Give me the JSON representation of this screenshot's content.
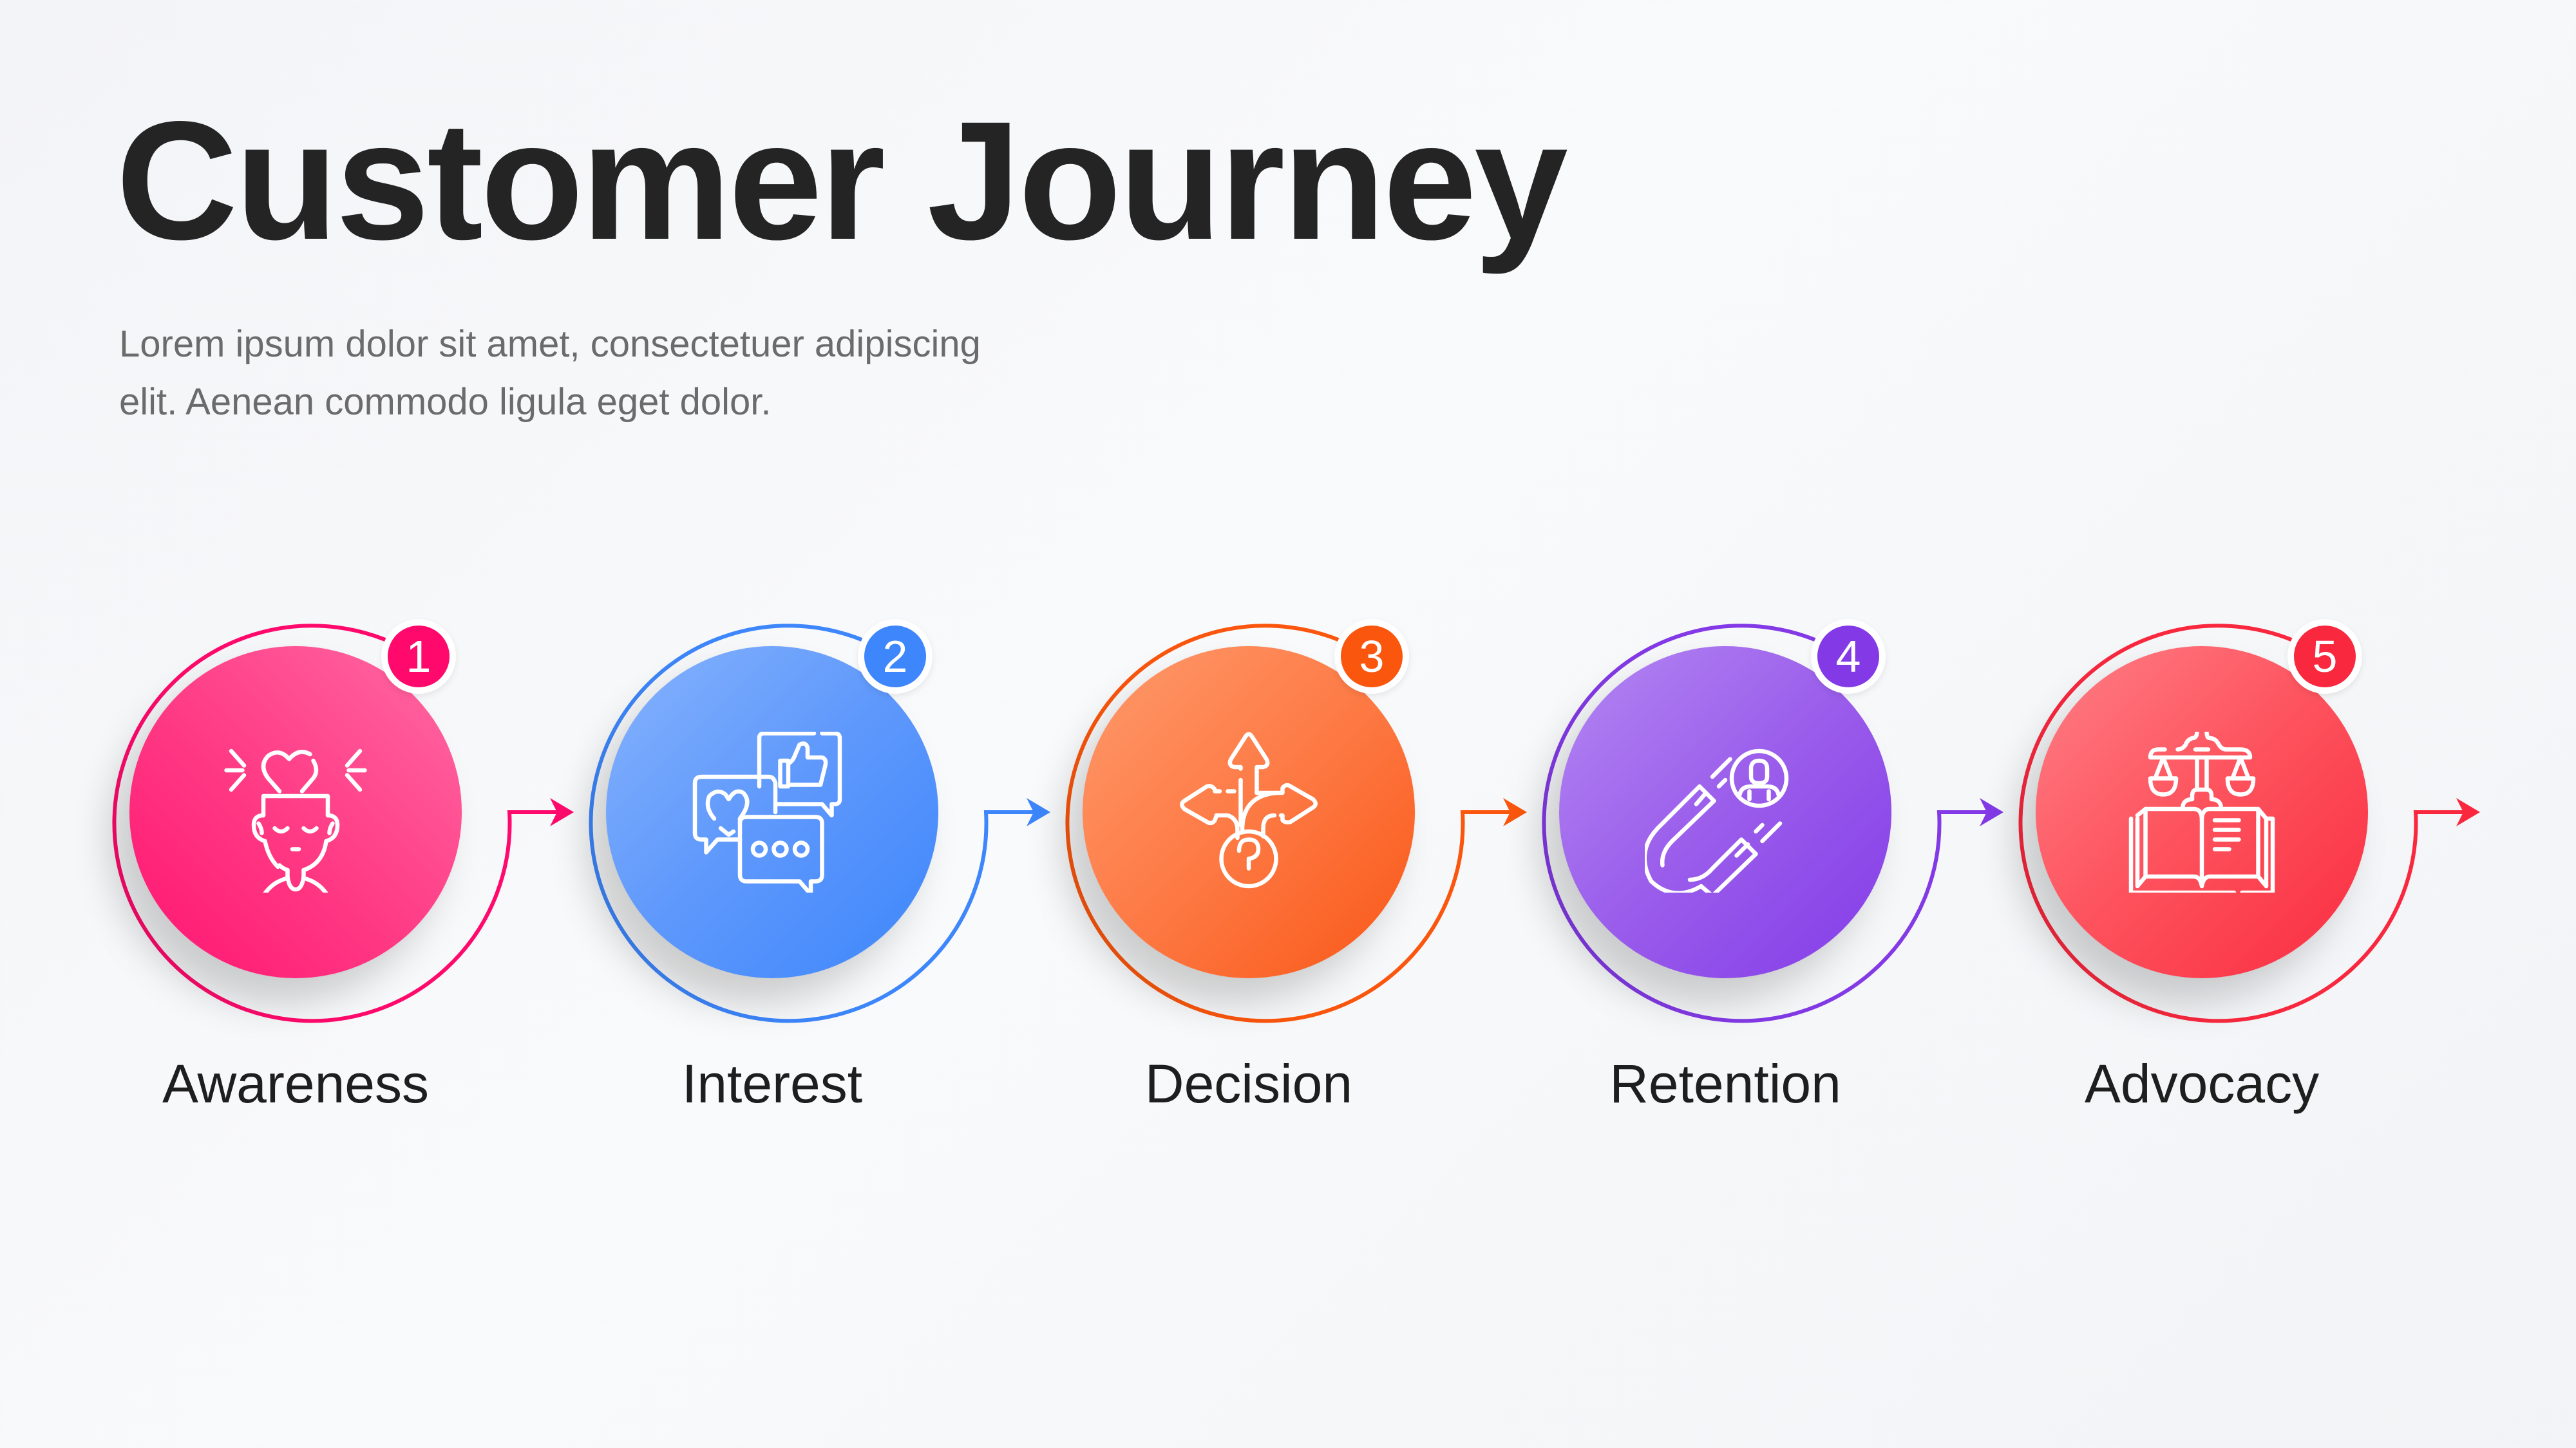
{
  "header": {
    "title": "Customer Journey",
    "subtitle_line1": "Lorem ipsum dolor sit amet, consectetuer adipiscing",
    "subtitle_line2": "elit. Aenean commodo ligula eget dolor."
  },
  "steps": [
    {
      "number": "1",
      "label": "Awareness",
      "icon": "mind-heart-icon",
      "color": "#ff0a6c",
      "grad_from": "#ff6aa4",
      "grad_to": "#ff1470"
    },
    {
      "number": "2",
      "label": "Interest",
      "icon": "chat-feedback-icon",
      "color": "#3d86fb",
      "grad_from": "#86b3fd",
      "grad_to": "#3d86fb"
    },
    {
      "number": "3",
      "label": "Decision",
      "icon": "crossroads-question-icon",
      "color": "#fb560d",
      "grad_from": "#ff9a6c",
      "grad_to": "#fa5716"
    },
    {
      "number": "4",
      "label": "Retention",
      "icon": "magnet-customer-icon",
      "color": "#833ae6",
      "grad_from": "#b487f2",
      "grad_to": "#843be8"
    },
    {
      "number": "5",
      "label": "Advocacy",
      "icon": "law-book-scale-icon",
      "color": "#f9283e",
      "grad_from": "#ff7f86",
      "grad_to": "#fa2c40"
    }
  ]
}
